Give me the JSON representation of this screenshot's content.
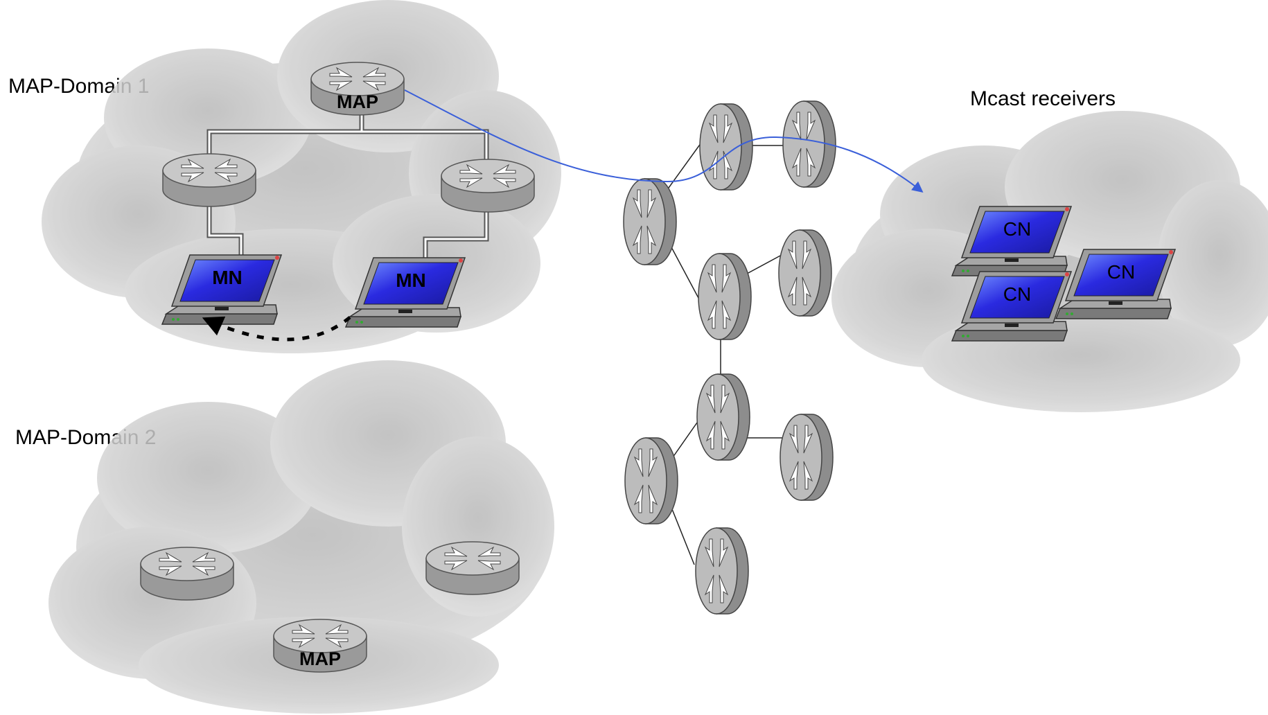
{
  "labels": {
    "domain1": "MAP-Domain 1",
    "domain2": "MAP-Domain 2",
    "receivers": "Mcast receivers"
  },
  "device_text": {
    "map": "MAP",
    "mn": "MN",
    "cn": "CN"
  },
  "icons": {
    "router": "router-icon",
    "router_upright": "router-upright-icon",
    "laptop": "laptop-icon",
    "cloud": "cloud-icon"
  },
  "colors": {
    "cloud": "#d8d8d8",
    "router_body": "#b8b8b8",
    "screen": "#2a2ae0",
    "mcast_path": "#3a5fd9",
    "handover_path": "#000000"
  }
}
